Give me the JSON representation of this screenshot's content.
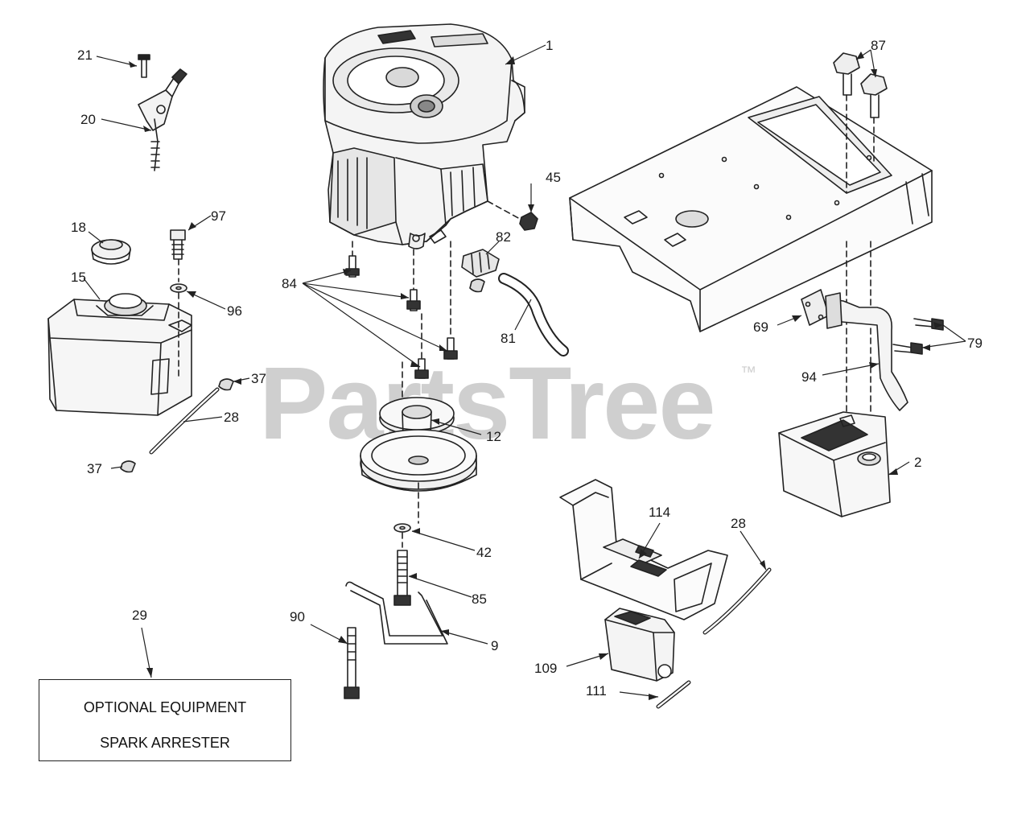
{
  "watermark": {
    "text": "PartsTree",
    "trademark": "™"
  },
  "optional_box": {
    "line1": "OPTIONAL EQUIPMENT",
    "line2": "SPARK ARRESTER"
  },
  "callouts": [
    {
      "id": "21",
      "label": "21"
    },
    {
      "id": "20",
      "label": "20"
    },
    {
      "id": "1",
      "label": "1"
    },
    {
      "id": "87",
      "label": "87"
    },
    {
      "id": "45",
      "label": "45"
    },
    {
      "id": "97",
      "label": "97"
    },
    {
      "id": "18",
      "label": "18"
    },
    {
      "id": "82",
      "label": "82"
    },
    {
      "id": "84",
      "label": "84"
    },
    {
      "id": "15",
      "label": "15"
    },
    {
      "id": "96",
      "label": "96"
    },
    {
      "id": "69",
      "label": "69"
    },
    {
      "id": "79",
      "label": "79"
    },
    {
      "id": "81",
      "label": "81"
    },
    {
      "id": "37a",
      "label": "37"
    },
    {
      "id": "94",
      "label": "94"
    },
    {
      "id": "28a",
      "label": "28"
    },
    {
      "id": "12",
      "label": "12"
    },
    {
      "id": "2",
      "label": "2"
    },
    {
      "id": "37b",
      "label": "37"
    },
    {
      "id": "114",
      "label": "114"
    },
    {
      "id": "28b",
      "label": "28"
    },
    {
      "id": "42",
      "label": "42"
    },
    {
      "id": "85",
      "label": "85"
    },
    {
      "id": "29",
      "label": "29"
    },
    {
      "id": "90",
      "label": "90"
    },
    {
      "id": "9",
      "label": "9"
    },
    {
      "id": "109",
      "label": "109"
    },
    {
      "id": "111",
      "label": "111"
    }
  ]
}
